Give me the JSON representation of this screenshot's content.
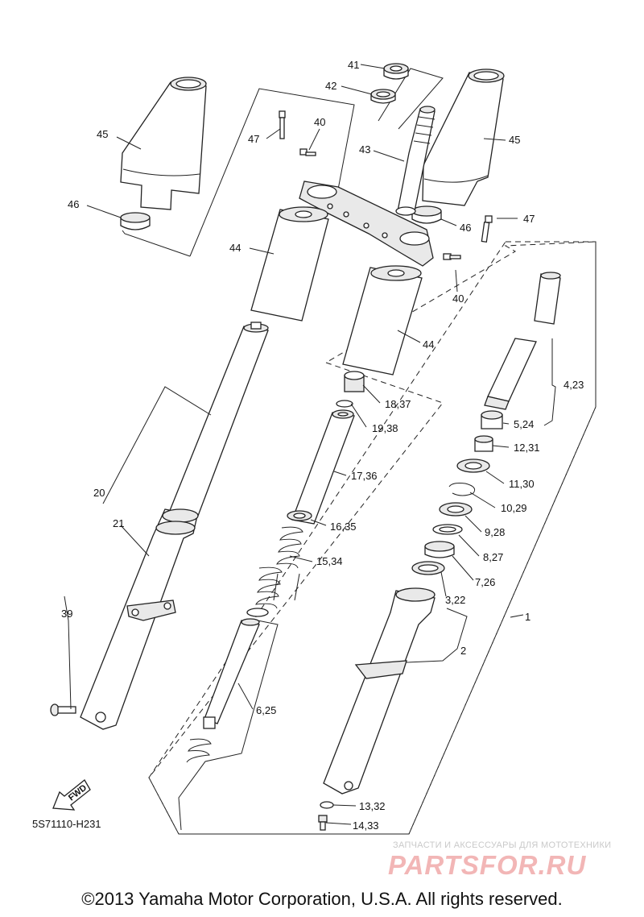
{
  "diagram_code": "5S71110-H231",
  "copyright": "©2013 Yamaha Motor Corporation, U.S.A. All rights reserved.",
  "watermark": {
    "tagline": "ЗАПЧАСТИ И АКСЕССУАРЫ ДЛЯ МОТОТЕХНИКИ",
    "logo": "PARTSFOR.RU",
    "color": "#f2b6b6"
  },
  "fwd_label": "FWD",
  "callouts": {
    "c1": "1",
    "c2": "2",
    "c3_22": "3,22",
    "c4_23": "4,23",
    "c5_24": "5,24",
    "c6_25": "6,25",
    "c7_26": "7,26",
    "c8_27": "8,27",
    "c9_28": "9,28",
    "c10_29": "10,29",
    "c11_30": "11,30",
    "c12_31": "12,31",
    "c13_32": "13,32",
    "c14_33": "14,33",
    "c15_34": "15,34",
    "c16_35": "16,35",
    "c17_36": "17,36",
    "c18_37": "18,37",
    "c19_38": "19,38",
    "c20": "20",
    "c21": "21",
    "c39": "39",
    "c40a": "40",
    "c40b": "40",
    "c41": "41",
    "c42": "42",
    "c43": "43",
    "c44a": "44",
    "c44b": "44",
    "c45a": "45",
    "c45b": "45",
    "c46a": "46",
    "c46b": "46",
    "c47a": "47",
    "c47b": "47"
  }
}
